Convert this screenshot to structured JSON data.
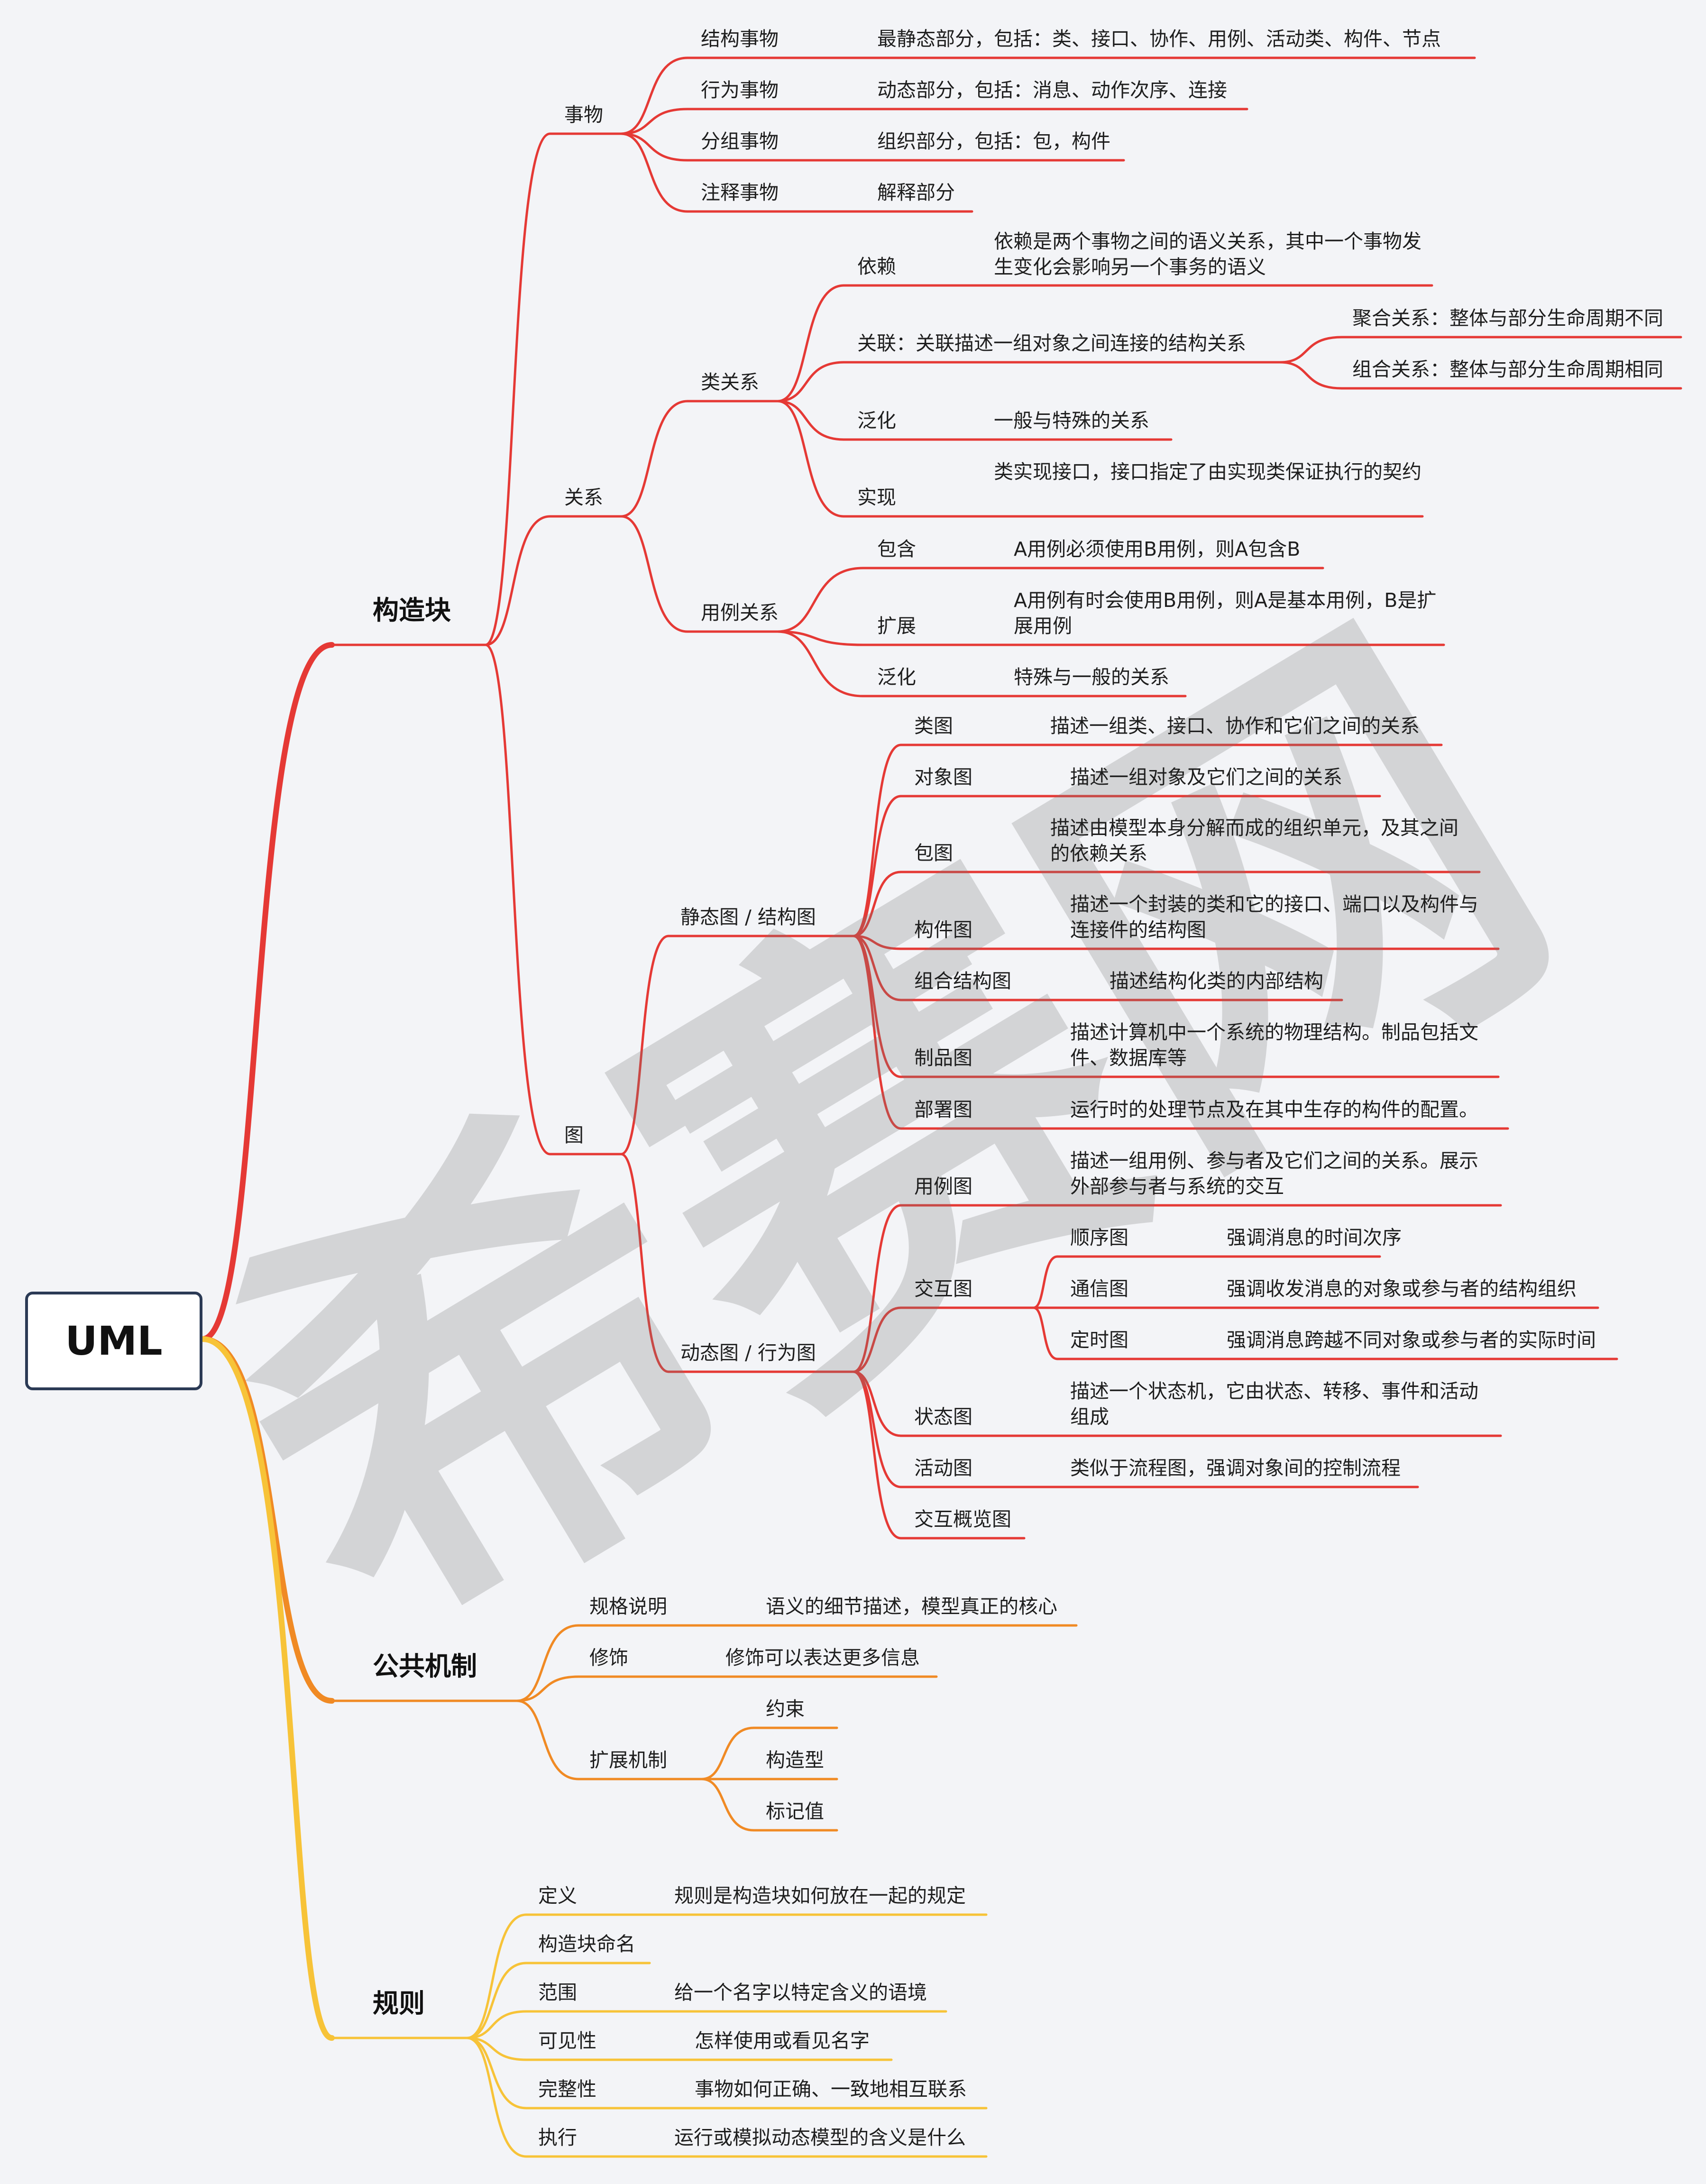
{
  "colors": {
    "red": "#e53935",
    "orange": "#f08a24",
    "yellow": "#f7c338",
    "root_border": "#2b3a55",
    "background": "#f3f4f7"
  },
  "watermark": "希赛网",
  "root": "UML",
  "construct_blocks": {
    "label": "构造块",
    "things": {
      "label": "事物",
      "structural": {
        "label": "结构事物",
        "desc": "最静态部分，包括：类、接口、协作、用例、活动类、构件、节点"
      },
      "behavioral": {
        "label": "行为事物",
        "desc": "动态部分，包括：消息、动作次序、连接"
      },
      "grouping": {
        "label": "分组事物",
        "desc": "组织部分，包括：包，构件"
      },
      "annotation": {
        "label": "注释事物",
        "desc": "解释部分"
      }
    },
    "relations": {
      "label": "关系",
      "class_relations": {
        "label": "类关系",
        "dependency": {
          "label": "依赖",
          "desc": "依赖是两个事物之间的语义关系，其中一个事物发生变化会影响另一个事务的语义"
        },
        "association": {
          "label": "关联：关联描述一组对象之间连接的结构关系",
          "aggregation": "聚合关系：整体与部分生命周期不同",
          "composition": "组合关系：整体与部分生命周期相同"
        },
        "generalization": {
          "label": "泛化",
          "desc": "一般与特殊的关系"
        },
        "realization": {
          "label": "实现",
          "desc": "类实现接口，接口指定了由实现类保证执行的契约"
        }
      },
      "usecase_relations": {
        "label": "用例关系",
        "include": {
          "label": "包含",
          "desc": "A用例必须使用B用例，则A包含B"
        },
        "extend": {
          "label": "扩展",
          "desc": "A用例有时会使用B用例，则A是基本用例，B是扩展用例"
        },
        "generalization": {
          "label": "泛化",
          "desc": "特殊与一般的关系"
        }
      }
    },
    "diagrams": {
      "label": "图",
      "static": {
        "label": "静态图 / 结构图",
        "class": {
          "label": "类图",
          "desc": "描述一组类、接口、协作和它们之间的关系"
        },
        "object": {
          "label": "对象图",
          "desc": "描述一组对象及它们之间的关系"
        },
        "package": {
          "label": "包图",
          "desc": "描述由模型本身分解而成的组织单元，及其之间的依赖关系"
        },
        "component": {
          "label": "构件图",
          "desc": "描述一个封装的类和它的接口、端口以及构件与连接件的结构图"
        },
        "composite": {
          "label": "组合结构图",
          "desc": "描述结构化类的内部结构"
        },
        "artifact": {
          "label": "制品图",
          "desc": "描述计算机中一个系统的物理结构。制品包括文件、数据库等"
        },
        "deployment": {
          "label": "部署图",
          "desc": "运行时的处理节点及在其中生存的构件的配置。"
        }
      },
      "dynamic": {
        "label": "动态图 / 行为图",
        "usecase": {
          "label": "用例图",
          "desc": "描述一组用例、参与者及它们之间的关系。展示外部参与者与系统的交互"
        },
        "interaction": {
          "label": "交互图",
          "sequence": {
            "label": "顺序图",
            "desc": "强调消息的时间次序"
          },
          "communication": {
            "label": "通信图",
            "desc": "强调收发消息的对象或参与者的结构组织"
          },
          "timing": {
            "label": "定时图",
            "desc": "强调消息跨越不同对象或参与者的实际时间"
          }
        },
        "state": {
          "label": "状态图",
          "desc": "描述一个状态机，它由状态、转移、事件和活动组成"
        },
        "activity": {
          "label": "活动图",
          "desc": "类似于流程图，强调对象间的控制流程"
        },
        "interaction_overview": {
          "label": "交互概览图"
        }
      }
    }
  },
  "common_mechanisms": {
    "label": "公共机制",
    "specification": {
      "label": "规格说明",
      "desc": "语义的细节描述，模型真正的核心"
    },
    "adornment": {
      "label": "修饰",
      "desc": "修饰可以表达更多信息"
    },
    "extension": {
      "label": "扩展机制",
      "constraint": "约束",
      "stereotype": "构造型",
      "tagged_value": "标记值"
    }
  },
  "rules": {
    "label": "规则",
    "definition": {
      "label": "定义",
      "desc": "规则是构造块如何放在一起的规定"
    },
    "naming": {
      "label": "构造块命名"
    },
    "scope": {
      "label": "范围",
      "desc": "给一个名字以特定含义的语境"
    },
    "visibility": {
      "label": "可见性",
      "desc": "怎样使用或看见名字"
    },
    "integrity": {
      "label": "完整性",
      "desc": "事物如何正确、一致地相互联系"
    },
    "execution": {
      "label": "执行",
      "desc": "运行或模拟动态模型的含义是什么"
    }
  }
}
